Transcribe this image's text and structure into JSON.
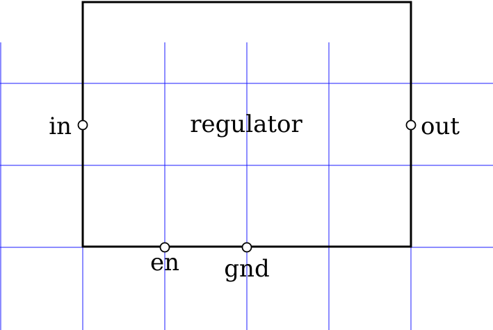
{
  "colors": {
    "grid": "#1a1aff",
    "box": "#000000",
    "pin_fill": "#ffffff",
    "background": "#ffffff"
  },
  "block": {
    "label": "regulator"
  },
  "pins": [
    {
      "id": "in",
      "label": "in",
      "side": "left"
    },
    {
      "id": "out",
      "label": "out",
      "side": "right"
    },
    {
      "id": "en",
      "label": "en",
      "side": "bottom"
    },
    {
      "id": "gnd",
      "label": "gnd",
      "side": "bottom"
    }
  ]
}
